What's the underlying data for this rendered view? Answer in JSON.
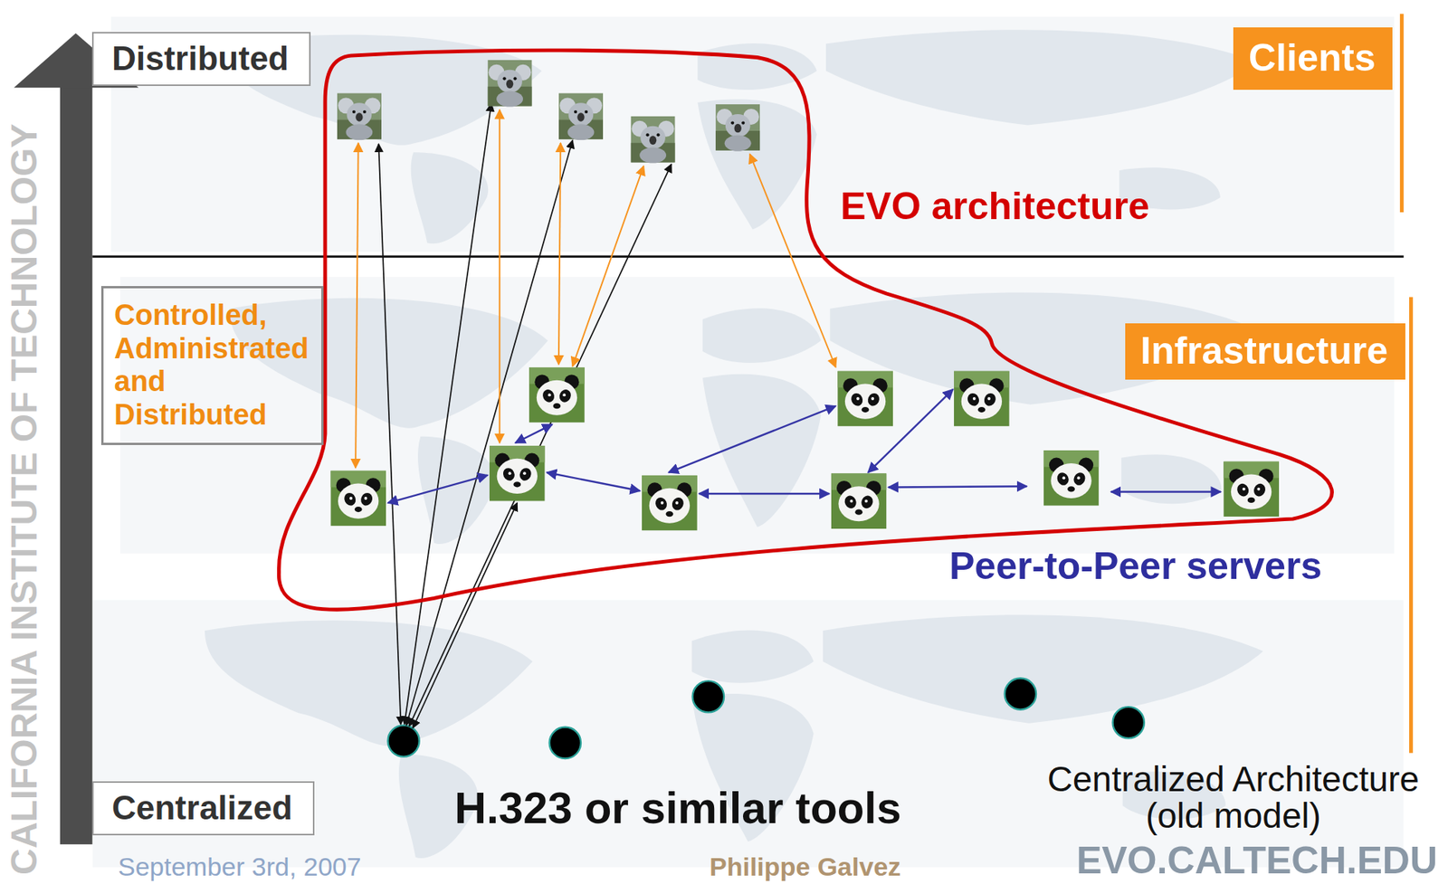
{
  "diagram": {
    "nodes": [
      {
        "text": [
          "Distributed"
        ]
      },
      {
        "text": [
          "Clients"
        ]
      },
      {
        "text": [
          "EVO architecture"
        ]
      },
      {
        "text": [
          "Controlled, Administrated and Distributed"
        ]
      },
      {
        "text": [
          "Infrastructure"
        ]
      },
      {
        "text": [
          "Centralized"
        ]
      }
    ],
    "labels": [
      "Peer-to-Peer servers",
      "H.323 or similar tools",
      "Centralized Architecture (old model)",
      "September 3rd, 2007",
      "Philippe Galvez",
      "EVO.CALTECH.EDU",
      "CALIFORNIA INSTITUTE OF TECHNOLOGY"
    ]
  }
}
